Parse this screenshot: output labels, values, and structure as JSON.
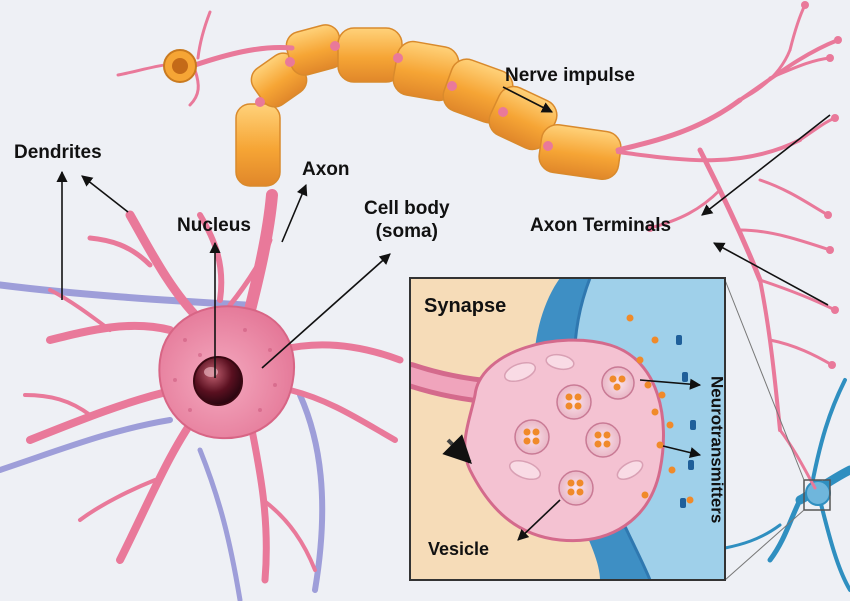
{
  "labels": {
    "dendrites": "Dendrites",
    "axon": "Axon",
    "nucleus": "Nucleus",
    "cell_body_line1": "Cell body",
    "cell_body_line2": "(soma)",
    "nerve_impulse": "Nerve impulse",
    "axon_terminals": "Axon Terminals",
    "synapse": "Synapse",
    "vesicle": "Vesicle",
    "neurotransmitters": "Neurotransmitters"
  },
  "colors": {
    "background": "#eef0f5",
    "neuron_pink": "#e9799a",
    "myelin_orange": "#f6a535",
    "soma_pink": "#ec8aa6",
    "nucleus_dark": "#5a1020",
    "neighbor_blue": "#2f8fc0",
    "synapse_panel_bg": "#f6dcb8",
    "synapse_cleft_blue": "#3e8fc4",
    "vesicle_orange": "#f08a2a",
    "arrow_black": "#111111"
  }
}
